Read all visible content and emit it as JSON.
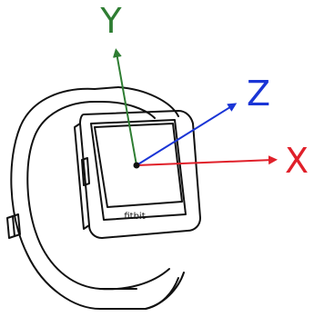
{
  "diagram": {
    "brand_text": "fitbit",
    "axes": [
      {
        "id": "y",
        "label": "Y",
        "color": "#2e7d32"
      },
      {
        "id": "z",
        "label": "Z",
        "color": "#1a35d6"
      },
      {
        "id": "x",
        "label": "X",
        "color": "#e0202a"
      }
    ]
  }
}
